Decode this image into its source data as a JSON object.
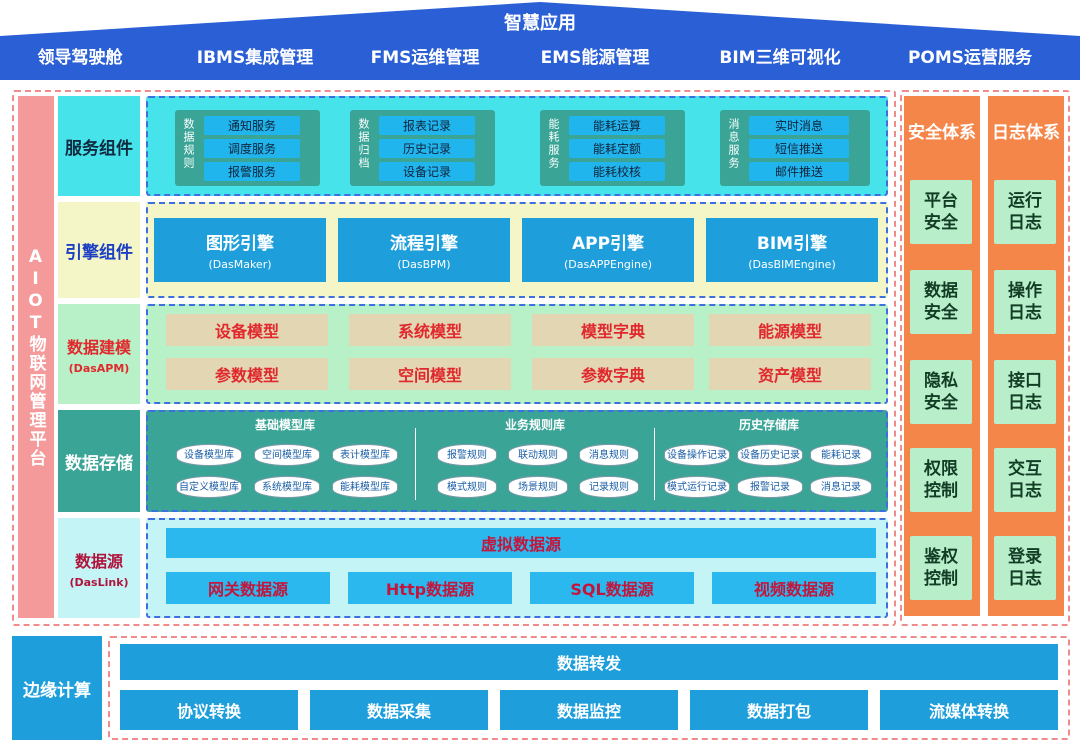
{
  "top": {
    "title": "智慧应用",
    "apps": [
      "领导驾驶舱",
      "IBMS集成管理",
      "FMS运维管理",
      "EMS能源管理",
      "BIM三维可视化",
      "POMS运营服务"
    ]
  },
  "left_bar": {
    "label": "AIOT物联网管理平台"
  },
  "rows": {
    "service": {
      "label": "服务组件"
    },
    "engine": {
      "label": "引擎组件"
    },
    "model": {
      "label": "数据建模",
      "sub": "(DasAPM)"
    },
    "storage": {
      "label": "数据存储"
    },
    "source": {
      "label": "数据源",
      "sub": "(DasLink)"
    }
  },
  "service_groups": [
    {
      "name": "数据规则",
      "items": [
        "通知服务",
        "调度服务",
        "报警服务"
      ]
    },
    {
      "name": "数据归档",
      "items": [
        "报表记录",
        "历史记录",
        "设备记录"
      ]
    },
    {
      "name": "能耗服务",
      "items": [
        "能耗运算",
        "能耗定额",
        "能耗校核"
      ]
    },
    {
      "name": "消息服务",
      "items": [
        "实时消息",
        "短信推送",
        "邮件推送"
      ]
    }
  ],
  "engines": [
    {
      "name": "图形引擎",
      "code": "(DasMaker)"
    },
    {
      "name": "流程引擎",
      "code": "(DasBPM)"
    },
    {
      "name": "APP引擎",
      "code": "(DasAPPEngine)"
    },
    {
      "name": "BIM引擎",
      "code": "(DasBIMEngine)"
    }
  ],
  "models": [
    [
      "设备模型",
      "系统模型",
      "模型字典",
      "能源模型"
    ],
    [
      "参数模型",
      "空间模型",
      "参数字典",
      "资产模型"
    ]
  ],
  "storage": [
    {
      "title": "基础模型库",
      "items": [
        "设备模型库",
        "空间模型库",
        "表计模型库",
        "自定义模型库",
        "系统模型库",
        "能耗模型库"
      ]
    },
    {
      "title": "业务规则库",
      "items": [
        "报警规则",
        "联动规则",
        "消息规则",
        "模式规则",
        "场景规则",
        "记录规则"
      ]
    },
    {
      "title": "历史存储库",
      "items": [
        "设备操作记录",
        "设备历史记录",
        "能耗记录",
        "模式运行记录",
        "报警记录",
        "消息记录"
      ]
    }
  ],
  "sources": {
    "virtual": "虚拟数据源",
    "items": [
      "网关数据源",
      "Http数据源",
      "SQL数据源",
      "视频数据源"
    ]
  },
  "security": {
    "title": "安全体系",
    "items": [
      "平台安全",
      "数据安全",
      "隐私安全",
      "权限控制",
      "鉴权控制"
    ]
  },
  "log": {
    "title": "日志体系",
    "items": [
      "运行日志",
      "操作日志",
      "接口日志",
      "交互日志",
      "登录日志"
    ]
  },
  "edge": {
    "label": "边缘计算",
    "forward": "数据转发",
    "items": [
      "协议转换",
      "数据采集",
      "数据监控",
      "数据打包",
      "流媒体转换"
    ]
  },
  "colors": {
    "roof": "#2a5fd6",
    "row_label_bg": "#46e3ea",
    "security_bg": "#f5864a",
    "left_bar": "#f49a9a"
  }
}
